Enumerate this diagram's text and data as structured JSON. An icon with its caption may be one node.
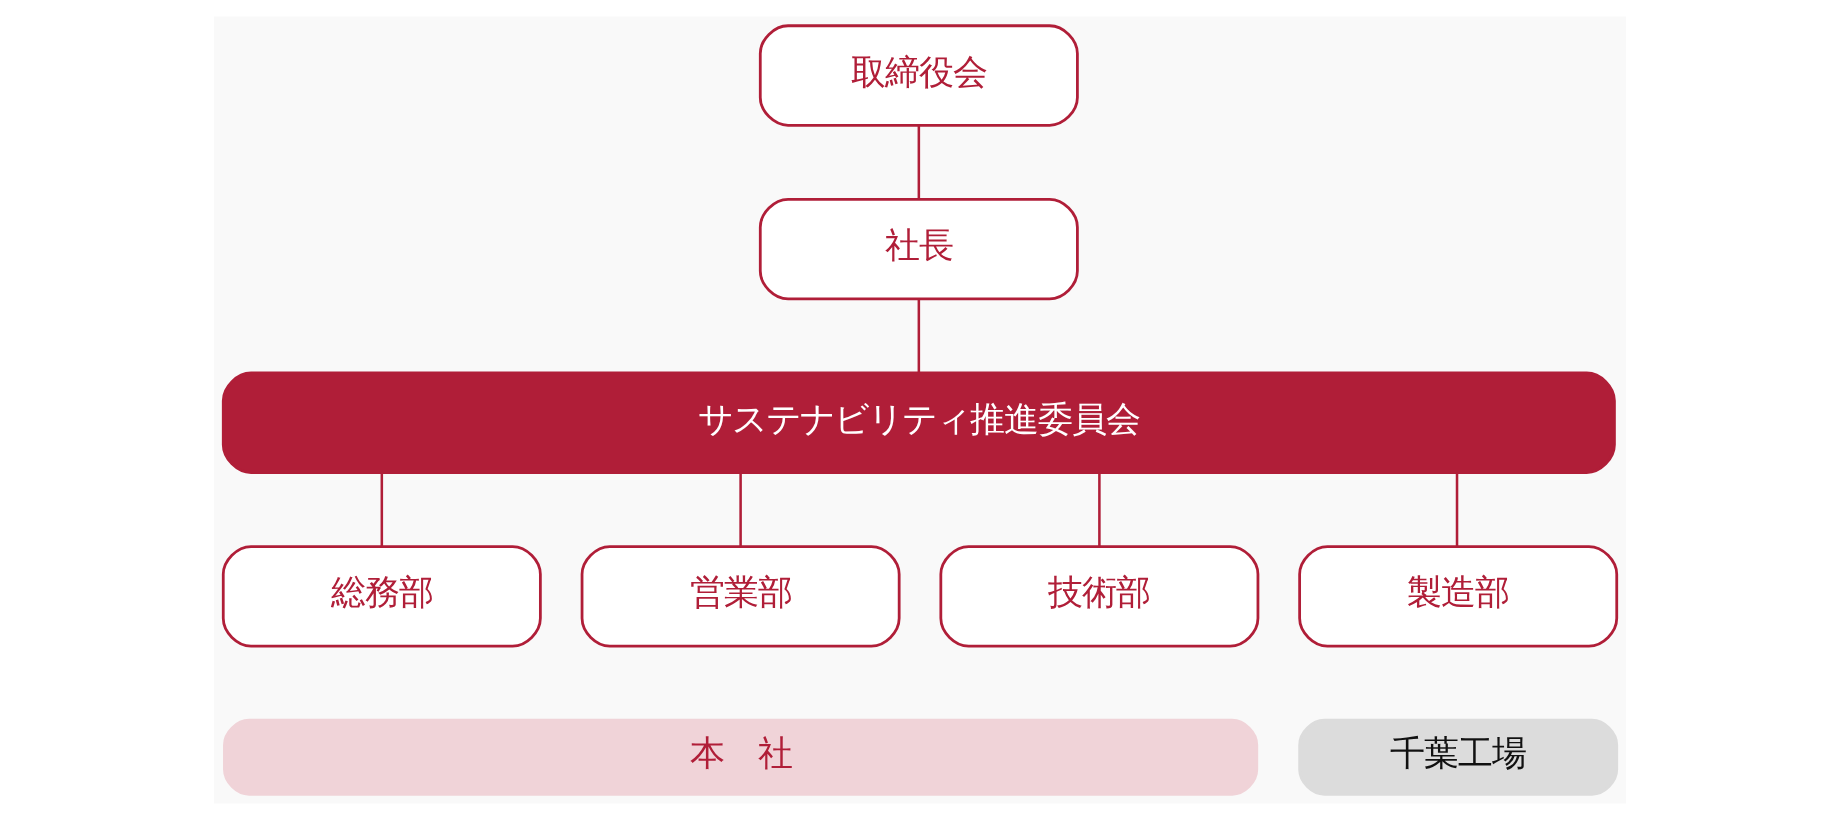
{
  "diagram": {
    "nodes": [
      {
        "text": [
          "取締役会"
        ]
      },
      {
        "text": [
          "社長"
        ]
      },
      {
        "text": [
          "サステナビリティ推進委員会"
        ]
      },
      {
        "text": [
          "総務部"
        ]
      },
      {
        "text": [
          "営業部"
        ]
      },
      {
        "text": [
          "技術部"
        ]
      },
      {
        "text": [
          "製造部"
        ]
      },
      {
        "text": [
          "本　社"
        ]
      },
      {
        "text": [
          "千葉工場"
        ]
      }
    ],
    "edges": [
      {
        "from": 0,
        "to": 1,
        "arrow": "none"
      },
      {
        "from": 1,
        "to": 2,
        "arrow": "none"
      },
      {
        "from": 2,
        "to": 3,
        "arrow": "none"
      },
      {
        "from": 2,
        "to": 4,
        "arrow": "none"
      },
      {
        "from": 2,
        "to": 5,
        "arrow": "none"
      },
      {
        "from": 2,
        "to": 6,
        "arrow": "none"
      }
    ]
  }
}
